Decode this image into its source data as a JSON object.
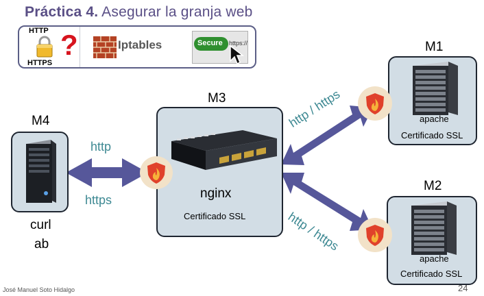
{
  "slide": {
    "title_bold": "Práctica 4.",
    "title_rest": " Asegurar la granja web",
    "footer": "José Manuel Soto Hidalgo",
    "page_number": "24"
  },
  "icons": {
    "http_label": "HTTP",
    "https_label": "HTTPS",
    "question_mark": "?",
    "iptables_label": "Iptables",
    "secure_label": "Secure",
    "secure_url": "https://"
  },
  "machines": {
    "m4": {
      "name": "M4",
      "tools": [
        "curl",
        "ab"
      ]
    },
    "m3": {
      "name": "M3",
      "service": "nginx",
      "cert": "Certificado SSL"
    },
    "m1": {
      "name": "M1",
      "service": "apache",
      "cert": "Certificado SSL"
    },
    "m2": {
      "name": "M2",
      "service": "apache",
      "cert": "Certificado SSL"
    }
  },
  "links": {
    "m4_m3_top": "http",
    "m4_m3_bottom": "https",
    "m3_m1": "http / https",
    "m3_m2": "http / https"
  },
  "colors": {
    "title": "#5a4f86",
    "arrow": "#56579a",
    "box_fill": "#d2dde5",
    "link_text": "#3e8993",
    "shield": "#e0412b"
  }
}
